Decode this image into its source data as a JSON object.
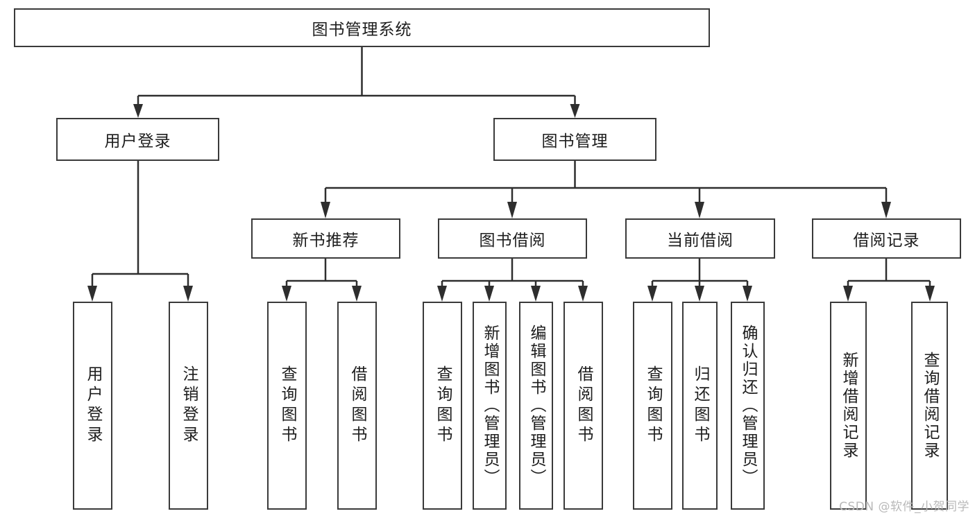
{
  "diagram": {
    "title": "图书管理系统",
    "type": "hierarchy-tree",
    "watermark": "CSDN @软件_小贺同学",
    "root": {
      "label": "图书管理系统"
    },
    "level2": [
      {
        "label": "用户登录"
      },
      {
        "label": "图书管理"
      }
    ],
    "level3": [
      {
        "label": "新书推荐"
      },
      {
        "label": "图书借阅"
      },
      {
        "label": "当前借阅"
      },
      {
        "label": "借阅记录"
      }
    ],
    "leaves": {
      "user_login": [
        {
          "label": "用户登录"
        },
        {
          "label": "注销登录"
        }
      ],
      "new_book_recommend": [
        {
          "label": "查询图书"
        },
        {
          "label": "借阅图书"
        }
      ],
      "book_borrow": [
        {
          "label": "查询图书"
        },
        {
          "label": "新增图书（管理员）"
        },
        {
          "label": "编辑图书（管理员）"
        },
        {
          "label": "借阅图书"
        }
      ],
      "current_borrow": [
        {
          "label": "查询图书"
        },
        {
          "label": "归还图书"
        },
        {
          "label": "确认归还（管理员）"
        }
      ],
      "borrow_record": [
        {
          "label": "新增借阅记录"
        },
        {
          "label": "查询借阅记录"
        }
      ]
    },
    "colors": {
      "border": "#3a3a3a",
      "line": "#2e2e2e",
      "text": "#1d1d1d",
      "background": "#ffffff",
      "watermark": "#b9b9b9"
    }
  }
}
